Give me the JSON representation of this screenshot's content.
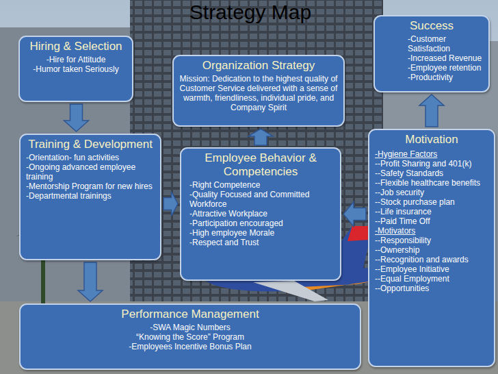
{
  "diagram": {
    "title": "Strategy Map",
    "nodes": [
      {
        "text": [
          "Hiring & Selection",
          "-Hire for Attitude",
          "-Humor taken Seriously"
        ]
      },
      {
        "text": [
          "Organization Strategy",
          "Mission: Dedication to the highest quality of Customer Service delivered with a sense of warmth, friendliness, individual pride, and Company Spirit"
        ]
      },
      {
        "text": [
          "Success",
          "-Customer Satisfaction",
          "-Increased Revenue",
          "-Employee retention",
          "-Productivity"
        ]
      },
      {
        "text": [
          "Training & Development",
          "-Orientation- fun activities",
          "-Ongoing advanced employee training",
          "-Mentorship Program for new hires",
          "-Departmental trainings"
        ]
      },
      {
        "text": [
          "Employee Behavior & Competencies",
          "-Right Competence",
          "-Quality Focused and Committed Workforce",
          "-Attractive Workplace",
          "-Participation encouraged",
          "-High employee Morale",
          "-Respect and Trust"
        ]
      },
      {
        "text": [
          "Motivation",
          "-Hygiene Factors",
          "--Profit Sharing and 401(k)",
          "--Safety Standards",
          "--Flexible healthcare benefits",
          "--Job security",
          "--Stock purchase plan",
          "--Life insurance",
          "--Paid Time Off",
          "-Motivators",
          "--Responsibility",
          "--Ownership",
          "--Recognition and awards",
          "--Employee Initiative",
          "--Equal Employment",
          "--Opportunities"
        ]
      },
      {
        "text": [
          "Performance Management",
          "-SWA Magic Numbers",
          "“Knowing the Score” Program",
          "-Employees Incentive Bonus Plan"
        ]
      }
    ],
    "edges": [
      {
        "from": 0,
        "to": 3,
        "arrow": "to"
      },
      {
        "from": 3,
        "to": 4,
        "arrow": "to"
      },
      {
        "from": 3,
        "to": 6,
        "arrow": "to"
      },
      {
        "from": 4,
        "to": 1,
        "arrow": "to"
      },
      {
        "from": 5,
        "to": 4,
        "arrow": "to"
      },
      {
        "from": 5,
        "to": 2,
        "arrow": "to"
      }
    ]
  }
}
